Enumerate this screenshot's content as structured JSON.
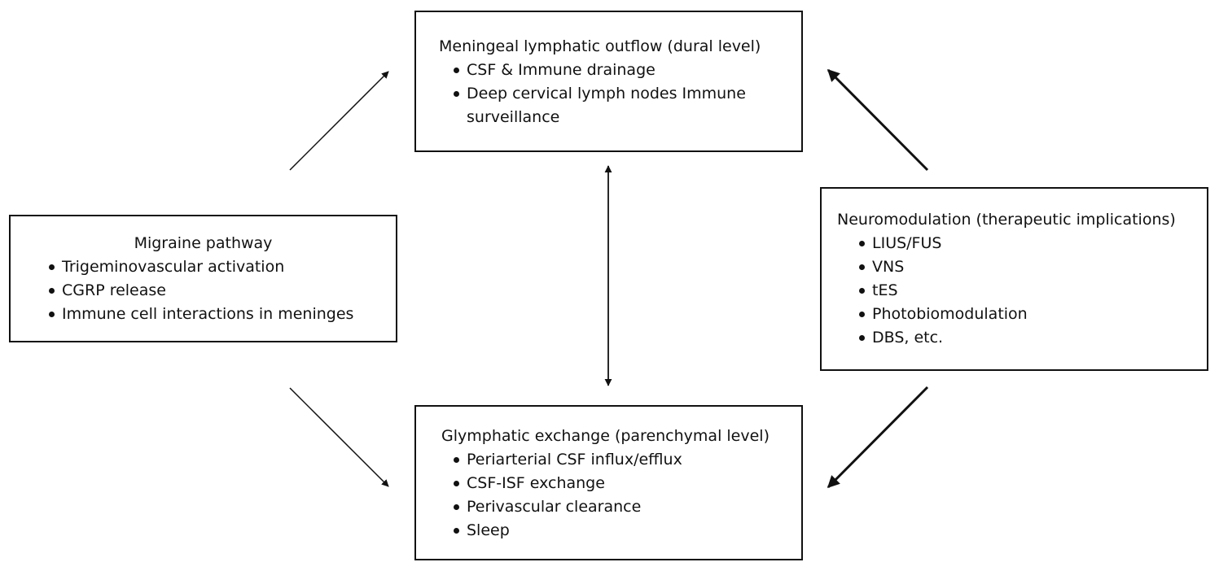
{
  "meningeal": {
    "title": "Meningeal lymphatic outflow (dural level)",
    "items": [
      "CSF & Immune drainage",
      "Deep cervical lymph nodes Immune surveillance"
    ]
  },
  "migraine": {
    "title": "Migraine pathway",
    "items": [
      "Trigeminovascular activation",
      "CGRP release",
      "Immune cell interactions in meninges"
    ]
  },
  "neuromodulation": {
    "title": "Neuromodulation (therapeutic implications)",
    "items": [
      "LIUS/FUS",
      "VNS",
      "tES",
      "Photobiomodulation",
      "DBS, etc."
    ]
  },
  "glymphatic": {
    "title": "Glymphatic exchange (parenchymal level)",
    "items": [
      "Periarterial CSF influx/efflux",
      "CSF-ISF exchange",
      "Perivascular clearance",
      "Sleep"
    ]
  },
  "colors": {
    "line": "#111111",
    "background": "#ffffff"
  }
}
